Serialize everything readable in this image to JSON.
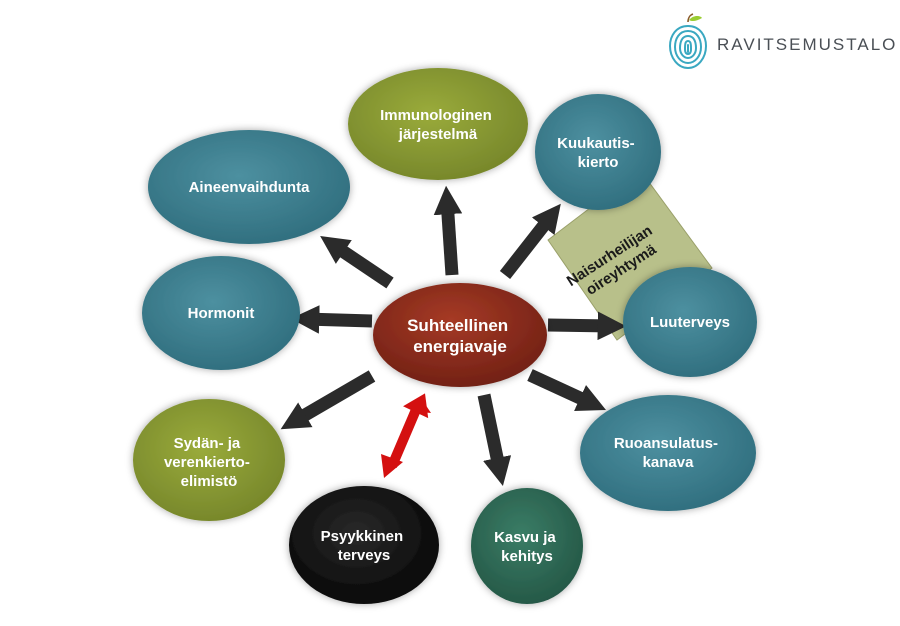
{
  "brand": {
    "name": "RAVITSEMUSTALO",
    "logo_icon": "fingerprint-apple-icon"
  },
  "center": {
    "line1": "Suhteellinen",
    "line2": "energiavaje"
  },
  "triad_label": {
    "line1": "Naisurheilijan",
    "line2": "oireyhtymä"
  },
  "nodes": {
    "immuno": {
      "line1": "Immunologinen",
      "line2": "järjestelmä"
    },
    "kuukautis": {
      "line1": "Kuukautis-",
      "line2": "kierto"
    },
    "aineenvaihdunta": {
      "line1": "Aineenvaihdunta"
    },
    "hormonit": {
      "line1": "Hormonit"
    },
    "luuterveys": {
      "line1": "Luuterveys"
    },
    "ruoansulatus": {
      "line1": "Ruoansulatus-",
      "line2": "kanava"
    },
    "sydan": {
      "line1": "Sydän- ja",
      "line2": "verenkierto-",
      "line3": "elimistö"
    },
    "psyykkinen": {
      "line1": "Psyykkinen",
      "line2": "terveys"
    },
    "kasvu": {
      "line1": "Kasvu ja",
      "line2": "kehitys"
    }
  },
  "colors": {
    "teal": "#3e7f8f",
    "olive": "#8b9b2e",
    "dark_green": "#2f6e57",
    "black": "#111111",
    "center_red": "#8c2a1c",
    "triad_box": "#b8c08a",
    "arrow_dark": "#2b2b2b",
    "arrow_red": "#d41010"
  }
}
